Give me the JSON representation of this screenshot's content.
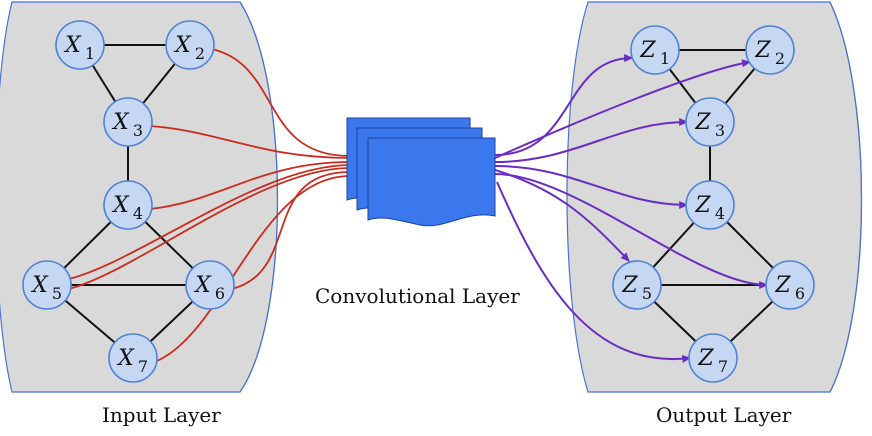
{
  "colors": {
    "panel_fill": "#d9d9d9",
    "panel_stroke": "#4a72d0",
    "node_fill": "#c5d7f2",
    "node_stroke": "#4f81d9",
    "edge": "#111111",
    "input_link": "#cc2a1c",
    "output_link": "#6a2cc2",
    "conv_fill": "#3b78ee",
    "conv_stroke": "#1d3f9e"
  },
  "labels": {
    "input_layer": "Input Layer",
    "output_layer": "Output Layer",
    "conv_layer": "Convolutional Layer"
  },
  "input_graph": {
    "nodes": [
      {
        "var": "X",
        "sub": "1"
      },
      {
        "var": "X",
        "sub": "2"
      },
      {
        "var": "X",
        "sub": "3"
      },
      {
        "var": "X",
        "sub": "4"
      },
      {
        "var": "X",
        "sub": "5"
      },
      {
        "var": "X",
        "sub": "6"
      },
      {
        "var": "X",
        "sub": "7"
      }
    ]
  },
  "output_graph": {
    "nodes": [
      {
        "var": "Z",
        "sub": "1"
      },
      {
        "var": "Z",
        "sub": "2"
      },
      {
        "var": "Z",
        "sub": "3"
      },
      {
        "var": "Z",
        "sub": "4"
      },
      {
        "var": "Z",
        "sub": "5"
      },
      {
        "var": "Z",
        "sub": "6"
      },
      {
        "var": "Z",
        "sub": "7"
      }
    ]
  },
  "edges": [
    [
      1,
      2
    ],
    [
      1,
      3
    ],
    [
      2,
      3
    ],
    [
      3,
      4
    ],
    [
      4,
      5
    ],
    [
      4,
      6
    ],
    [
      5,
      6
    ],
    [
      5,
      7
    ],
    [
      6,
      7
    ]
  ]
}
